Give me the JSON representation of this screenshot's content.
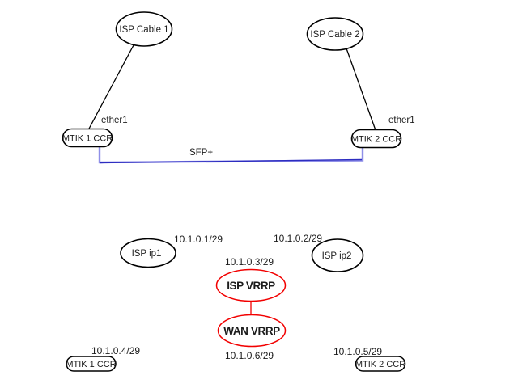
{
  "diagram": {
    "title": "dual-isp-vrrp-topology",
    "colors": {
      "node_stroke": "#000000",
      "text": "#1c1c1c",
      "vrrp_red": "#f20000",
      "link_blue_light": "#8f8fe8",
      "link_blue_dark": "#2d2dc0"
    },
    "nodes": {
      "isp_cable_1": {
        "label": "ISP Cable 1"
      },
      "isp_cable_2": {
        "label": "ISP Cable 2"
      },
      "mtik1_top": {
        "label": "MTIK 1 CCR"
      },
      "mtik2_top": {
        "label": "MTIK 2 CCR"
      },
      "isp_ip1": {
        "label": "ISP ip1",
        "ip": "10.1.0.1/29"
      },
      "isp_ip2": {
        "label": "ISP ip2",
        "ip": "10.1.0.2/29"
      },
      "isp_vrrp": {
        "label": "ISP VRRP",
        "ip": "10.1.0.3/29"
      },
      "wan_vrrp": {
        "label": "WAN VRRP",
        "ip": "10.1.0.6/29"
      },
      "mtik1_bottom": {
        "label": "MTIK 1 CCR",
        "ip": "10.1.0.4/29"
      },
      "mtik2_bottom": {
        "label": "MTIK 2 CCR",
        "ip": "10.1.0.5/29"
      }
    },
    "links": {
      "ether1_left": {
        "label": "ether1"
      },
      "ether1_right": {
        "label": "ether1"
      },
      "sfp": {
        "label": "SFP+"
      }
    }
  }
}
